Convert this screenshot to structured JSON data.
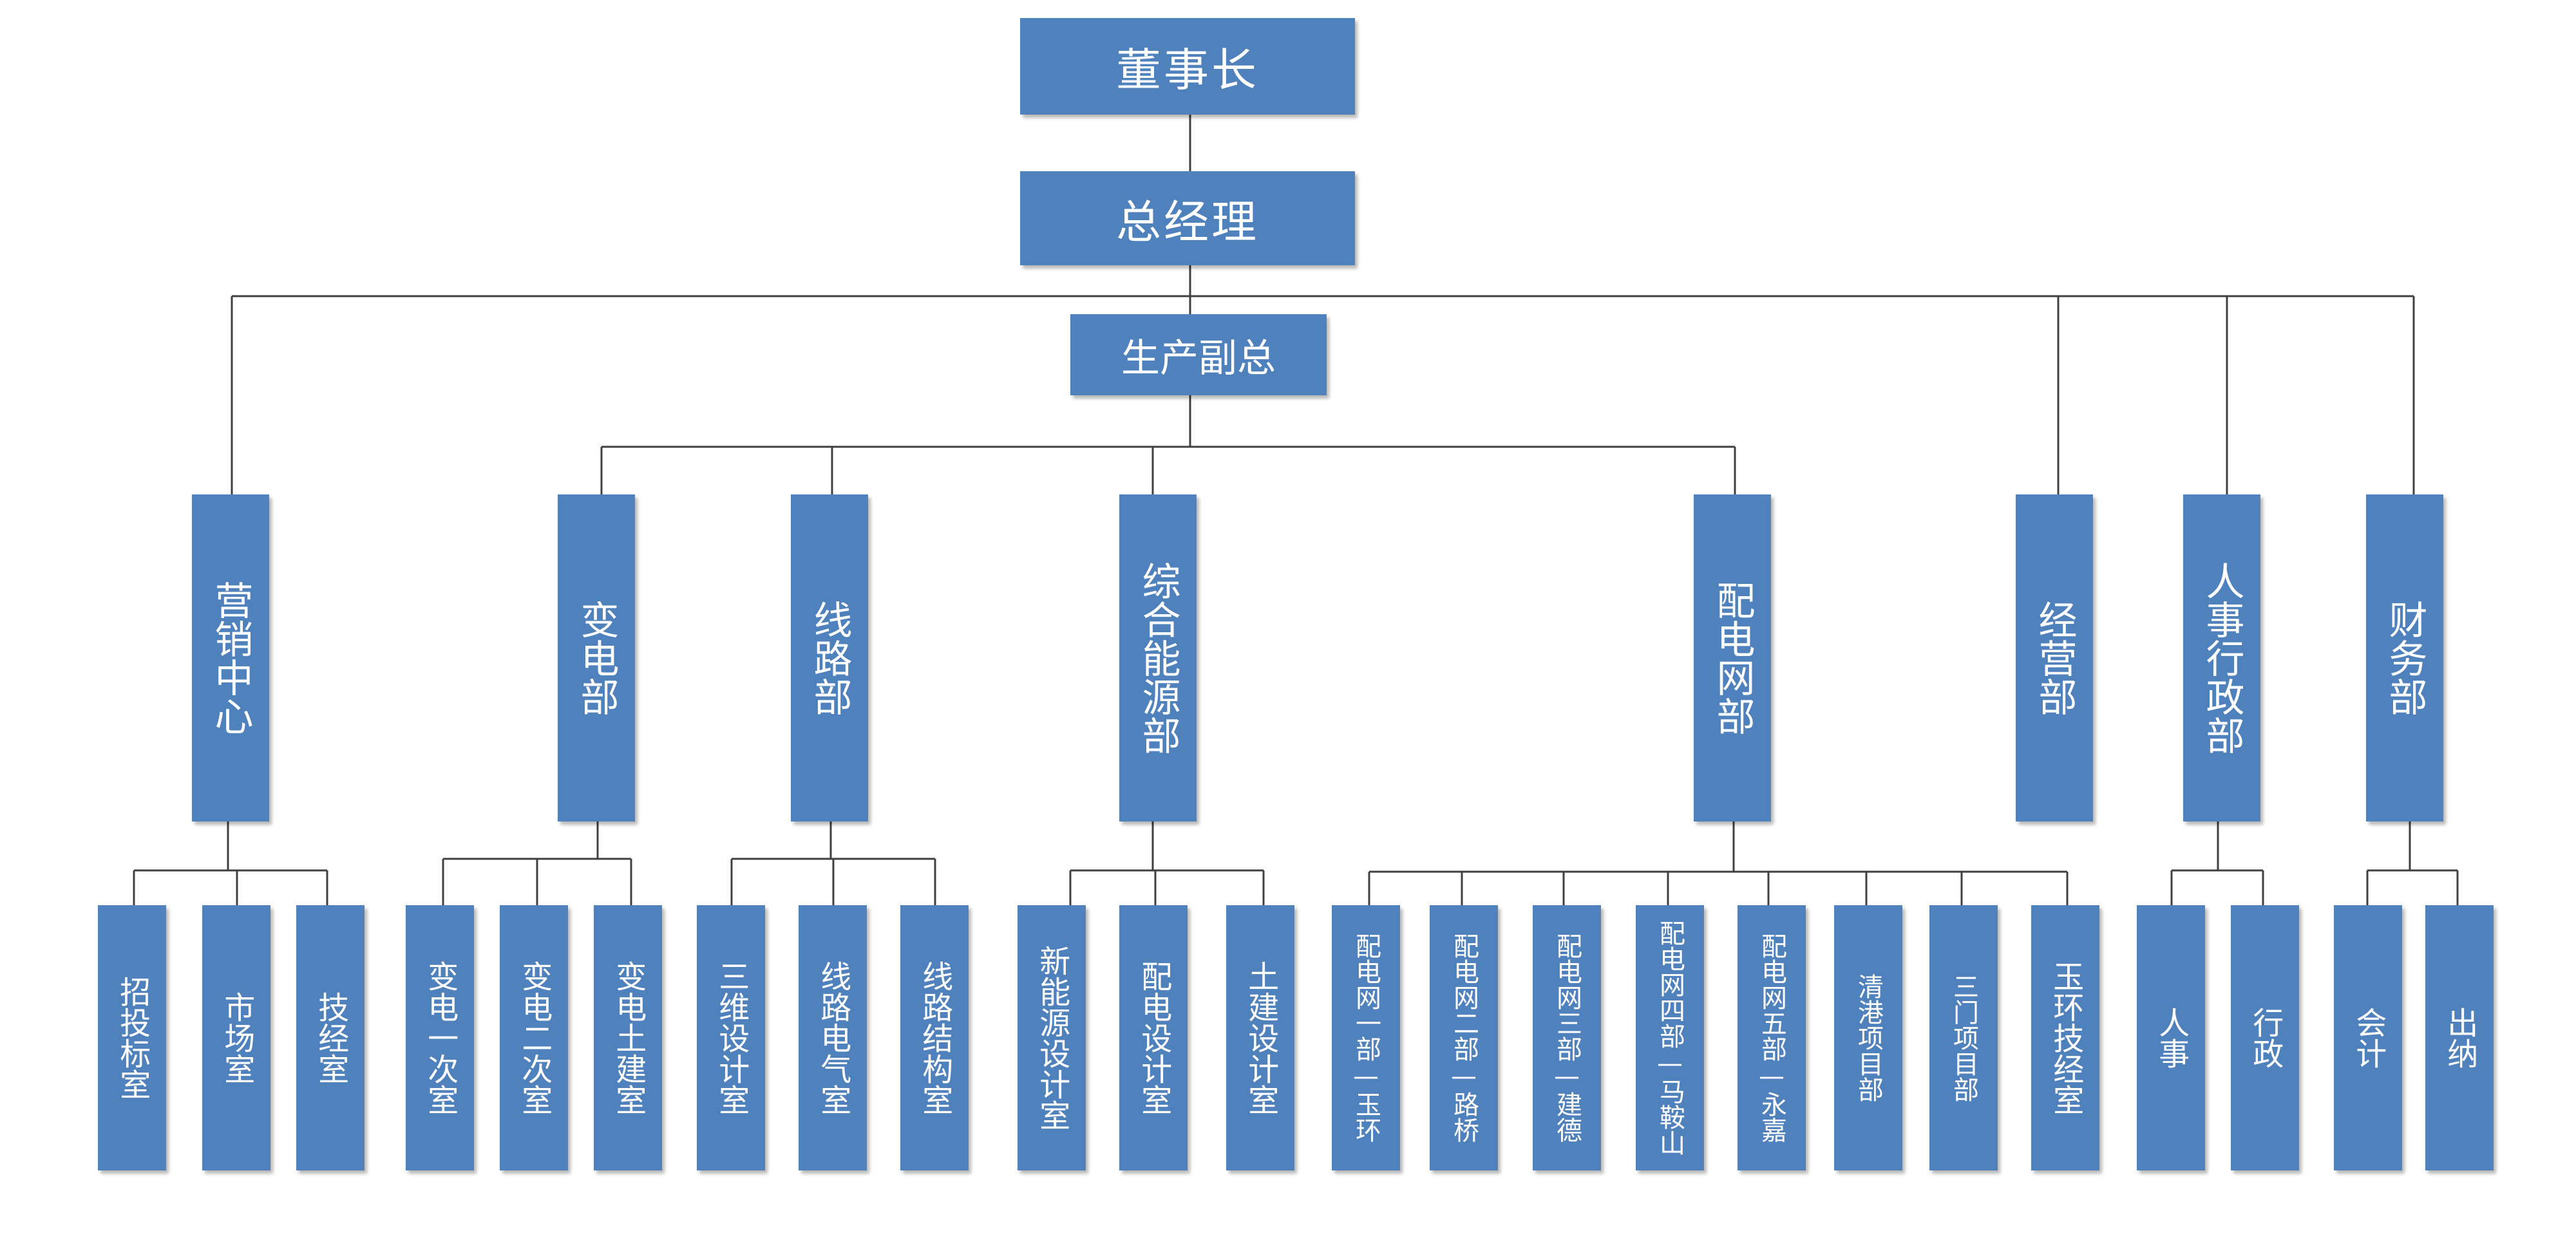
{
  "chairman": "董事长",
  "gm": "总经理",
  "vp_production": "生产副总",
  "departments": {
    "marketing": "营销中心",
    "substation": "变电部",
    "line": "线路部",
    "energy": "综合能源部",
    "distribution": "配电网部",
    "business": "经营部",
    "hr_admin": "人事行政部",
    "finance": "财务部"
  },
  "units": {
    "marketing": [
      "招投标室",
      "市场室",
      "技经室"
    ],
    "substation": [
      "变电一次室",
      "变电二次室",
      "变电土建室"
    ],
    "line": [
      "三维设计室",
      "线路电气室",
      "线路结构室"
    ],
    "energy": [
      "新能源设计室",
      "配电设计室",
      "土建设计室"
    ],
    "distribution": [
      "配电网一部—玉环",
      "配电网二部—路桥",
      "配电网三部—建德",
      "配电网四部—马鞍山",
      "配电网五部—永嘉",
      "清港项目部",
      "三门项目部",
      "玉环技经室"
    ],
    "hr_admin": [
      "人事",
      "行政"
    ],
    "finance": [
      "会计",
      "出纳"
    ]
  }
}
